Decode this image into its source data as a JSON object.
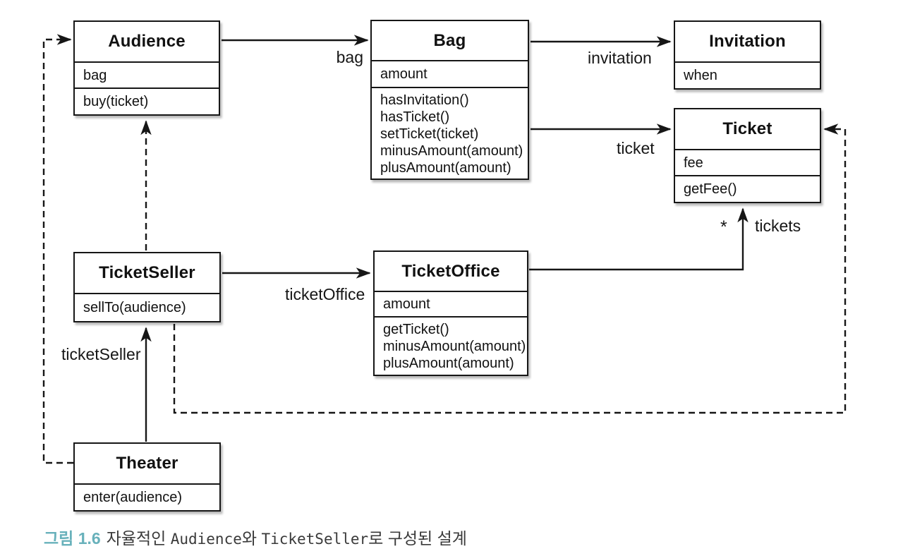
{
  "classes": {
    "audience": {
      "title": "Audience",
      "attributes": [
        "bag"
      ],
      "methods": [
        "buy(ticket)"
      ]
    },
    "bag": {
      "title": "Bag",
      "attributes": [
        "amount"
      ],
      "methods": [
        "hasInvitation()",
        "hasTicket()",
        "setTicket(ticket)",
        "minusAmount(amount)",
        "plusAmount(amount)"
      ]
    },
    "invitation": {
      "title": "Invitation",
      "attributes": [
        "when"
      ],
      "methods": []
    },
    "ticket": {
      "title": "Ticket",
      "attributes": [
        "fee"
      ],
      "methods": [
        "getFee()"
      ]
    },
    "ticketSeller": {
      "title": "TicketSeller",
      "attributes": [],
      "methods": [
        "sellTo(audience)"
      ]
    },
    "ticketOffice": {
      "title": "TicketOffice",
      "attributes": [
        "amount"
      ],
      "methods": [
        "getTicket()",
        "minusAmount(amount)",
        "plusAmount(amount)"
      ]
    },
    "theater": {
      "title": "Theater",
      "attributes": [],
      "methods": [
        "enter(audience)"
      ]
    }
  },
  "relationships": [
    {
      "from": "Audience",
      "to": "Bag",
      "style": "solid-arrow",
      "label": "bag"
    },
    {
      "from": "Bag",
      "to": "Invitation",
      "style": "solid-arrow",
      "label": "invitation"
    },
    {
      "from": "Bag",
      "to": "Ticket",
      "style": "solid-arrow",
      "label": "ticket"
    },
    {
      "from": "TicketSeller",
      "to": "TicketOffice",
      "style": "solid-arrow",
      "label": "ticketOffice"
    },
    {
      "from": "TicketOffice",
      "to": "Ticket",
      "style": "solid-arrow",
      "label": "tickets",
      "multiplicity": "*"
    },
    {
      "from": "Theater",
      "to": "TicketSeller",
      "style": "solid-arrow",
      "label": "ticketSeller"
    },
    {
      "from": "TicketSeller",
      "to": "Audience",
      "style": "dashed-arrow",
      "label": ""
    },
    {
      "from": "Theater",
      "to": "Audience",
      "style": "dashed-arrow",
      "label": ""
    },
    {
      "from": "TicketSeller",
      "to": "Ticket",
      "style": "dashed-arrow",
      "label": ""
    }
  ],
  "caption": {
    "figure_label": "그림 1.6",
    "part_1": "자율적인 ",
    "code_1": "Audience",
    "part_2": "와 ",
    "code_2": "TicketSeller",
    "part_3": "로 구성된 설계"
  },
  "colors": {
    "line": "#161616",
    "caption_accent": "#68b1bb",
    "background": "#ffffff"
  }
}
